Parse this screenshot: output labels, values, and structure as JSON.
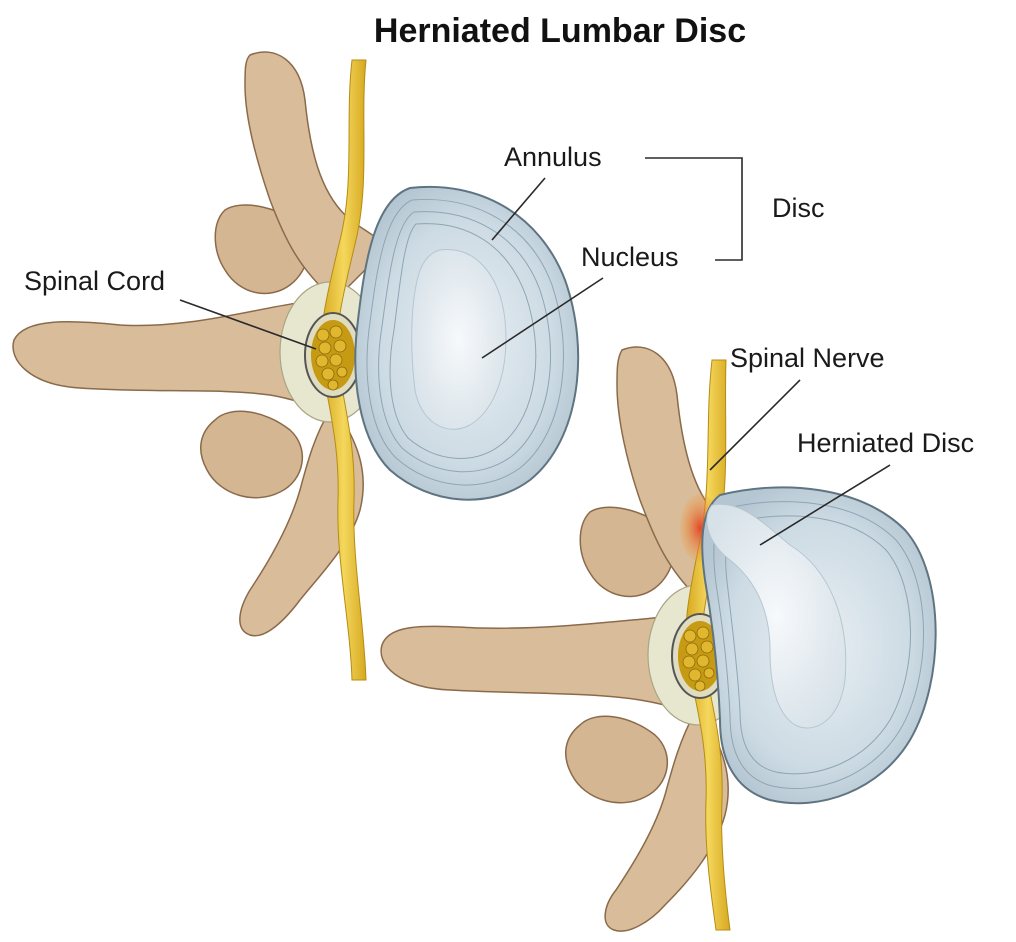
{
  "title": "Herniated Lumbar Disc",
  "labels": {
    "annulus": "Annulus",
    "nucleus": "Nucleus",
    "disc": "Disc",
    "spinal_cord": "Spinal Cord",
    "spinal_nerve": "Spinal Nerve",
    "herniated_disc": "Herniated Disc"
  },
  "colors": {
    "bone": "#d9bd9b",
    "bone_outline": "#8a6a4a",
    "bone_shadow": "#b8956f",
    "nerve": "#e8c43a",
    "nerve_outline": "#b58c14",
    "cord_bundle": "#c79a14",
    "disc_outer": "#c9d9e2",
    "disc_outline": "#5f7481",
    "nucleus": "#eef2f5",
    "inflammation": "#e2472a",
    "canal": "#e7e6cf"
  },
  "figures": [
    {
      "name": "normal-vertebra"
    },
    {
      "name": "herniated-vertebra"
    }
  ]
}
